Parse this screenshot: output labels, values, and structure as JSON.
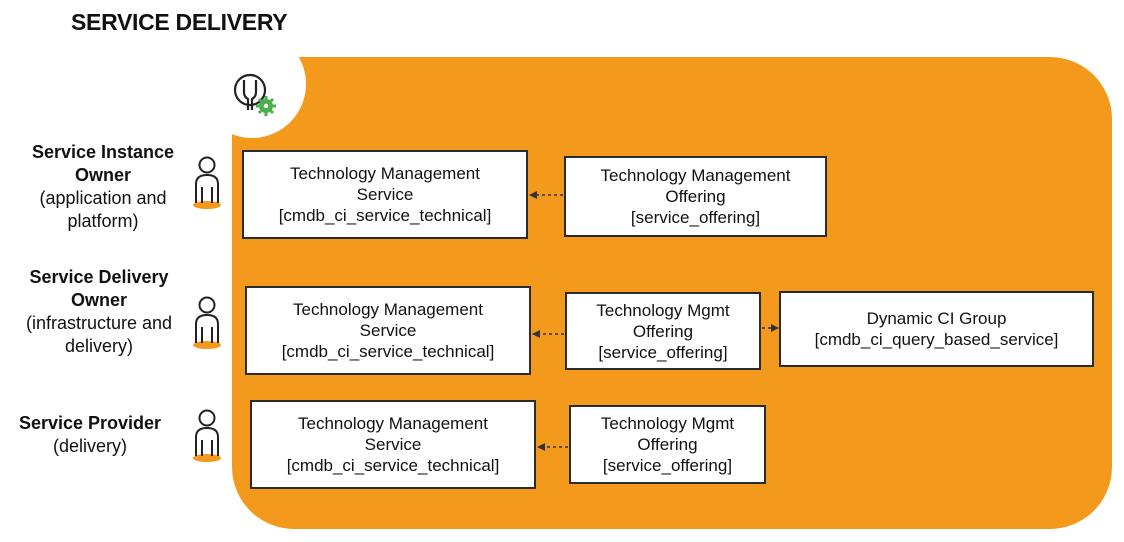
{
  "title": "SERVICE DELIVERY",
  "roles": [
    {
      "bold": [
        "Service Instance",
        "Owner"
      ],
      "sub": [
        "(application and",
        "platform)"
      ]
    },
    {
      "bold": [
        "Service Delivery",
        "Owner"
      ],
      "sub": [
        "(infrastructure and",
        "delivery)"
      ]
    },
    {
      "bold": [
        "Service Provider"
      ],
      "sub": [
        "(delivery)"
      ]
    }
  ],
  "rows": [
    {
      "service": [
        "Technology Management",
        "Service",
        "[cmdb_ci_service_technical]"
      ],
      "offering": [
        "Technology Management",
        "Offering",
        "[service_offering]"
      ]
    },
    {
      "service": [
        "Technology Management",
        "Service",
        "[cmdb_ci_service_technical]"
      ],
      "offering": [
        "Technology Mgmt",
        "Offering",
        "[service_offering]"
      ],
      "group": [
        "Dynamic CI Group",
        "[cmdb_ci_query_based_service]"
      ]
    },
    {
      "service": [
        "Technology Management",
        "Service",
        "[cmdb_ci_service_technical]"
      ],
      "offering": [
        "Technology Mgmt",
        "Offering",
        "[service_offering]"
      ]
    }
  ],
  "colors": {
    "panel": "#f39a1d",
    "badge_gear": "#4caf50",
    "text": "#111111"
  },
  "icons": {
    "badge": "wrench-gear-icon",
    "role": "person-icon"
  }
}
